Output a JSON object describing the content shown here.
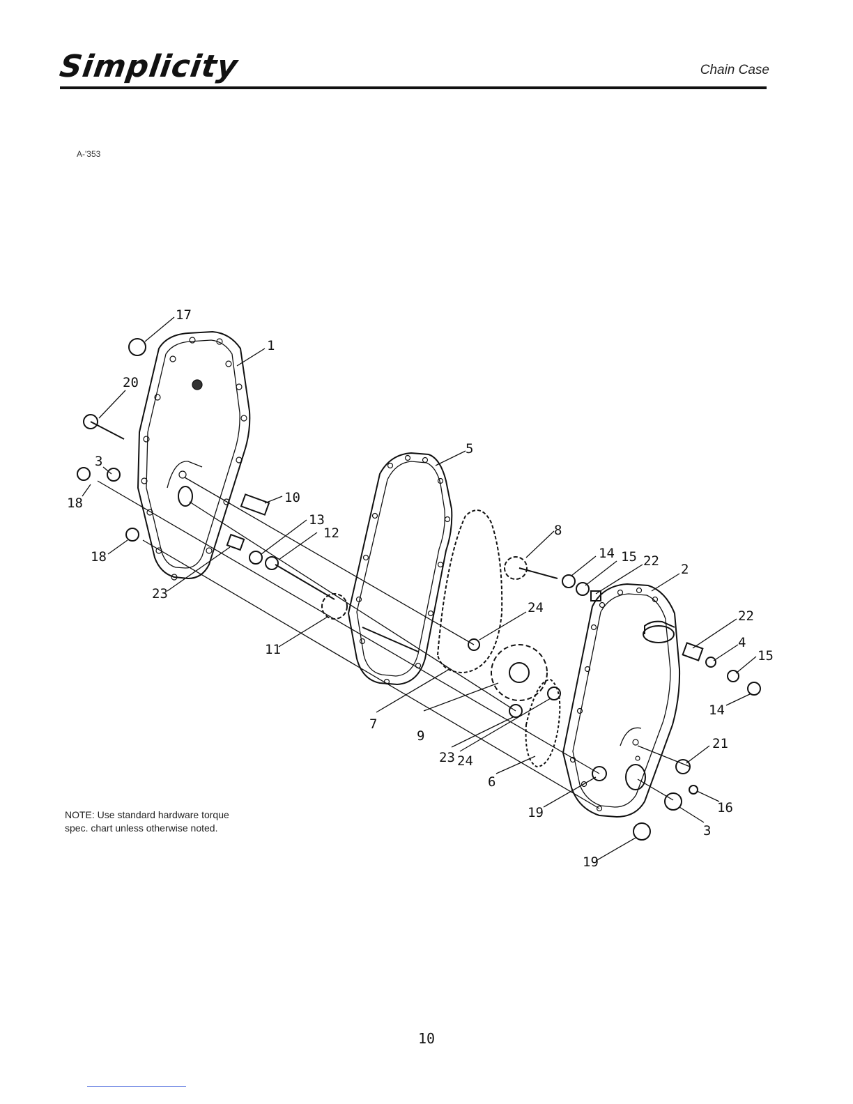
{
  "header": {
    "brand": "Simplicity",
    "section_title": "Chain Case"
  },
  "figure": {
    "id": "A-'353",
    "callouts": [
      "17",
      "1",
      "20",
      "3",
      "18",
      "18",
      "10",
      "13",
      "12",
      "23",
      "11",
      "5",
      "8",
      "14",
      "15",
      "22",
      "2",
      "24",
      "22",
      "4",
      "15",
      "14",
      "7",
      "9",
      "23",
      "24",
      "6",
      "21",
      "19",
      "16",
      "3",
      "19"
    ]
  },
  "note": {
    "text": "NOTE: Use standard hardware torque spec. chart unless otherwise noted."
  },
  "footer": {
    "page_number": "10"
  }
}
